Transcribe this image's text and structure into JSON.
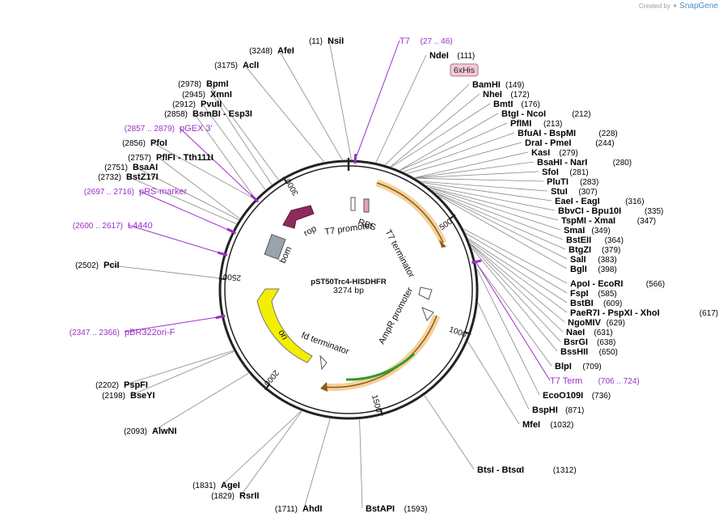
{
  "credit": {
    "prefix": "Created by",
    "brand": "SnapGene"
  },
  "plasmid": {
    "name": "pST50Trc4-HISDHFR",
    "length_label": "3274 bp",
    "length": 3274
  },
  "colors": {
    "feature_purple": "#9b2fc9",
    "backbone": "#222222",
    "ampr": "#e8a33a",
    "ori": "#f2ef00",
    "rop": "#8e2b5b",
    "bom": "#9aa3ad",
    "green": "#2e9c2e"
  },
  "tick_labels": [
    {
      "pos": 500,
      "label": "500"
    },
    {
      "pos": 1000,
      "label": "1000"
    },
    {
      "pos": 1500,
      "label": "1500"
    },
    {
      "pos": 2000,
      "label": "2000"
    },
    {
      "pos": 2500,
      "label": "2500"
    },
    {
      "pos": 3000,
      "label": "3000"
    }
  ],
  "map_labels": {
    "rbs": "RBS",
    "t7_promoter": "T7 promoter",
    "t7_terminator": "T7 terminator",
    "ampr_promoter": "AmpR promoter",
    "rop": "rop",
    "bom": "bom",
    "ori": "ori",
    "fd_terminator": "fd terminator"
  },
  "boxed_feature": {
    "label": "6xHis"
  },
  "sites": [
    {
      "name": "NsiI",
      "pos": "(11)",
      "side": "left"
    },
    {
      "name": "AfeI",
      "pos": "(3248)",
      "side": "left"
    },
    {
      "name": "AclI",
      "pos": "(3175)",
      "side": "left"
    },
    {
      "name": "BpmI",
      "pos": "(2978)",
      "side": "left"
    },
    {
      "name": "XmnI",
      "pos": "(2945)",
      "side": "left"
    },
    {
      "name": "PvuII",
      "pos": "(2912)",
      "side": "left"
    },
    {
      "name": "BsmBI  - Esp3I",
      "pos": "(2858)",
      "side": "left"
    },
    {
      "name": "PfoI",
      "pos": "(2856)",
      "side": "left"
    },
    {
      "name": "PflFI  - Tth111I",
      "pos": "(2757)",
      "side": "left"
    },
    {
      "name": "BsaAI",
      "pos": "(2751)",
      "side": "left"
    },
    {
      "name": "BstZ17I",
      "pos": "(2732)",
      "side": "left"
    },
    {
      "name": "PciI",
      "pos": "(2502)",
      "side": "left"
    },
    {
      "name": "PspFI",
      "pos": "(2202)",
      "side": "left"
    },
    {
      "name": "BseYI",
      "pos": "(2198)",
      "side": "left"
    },
    {
      "name": "AlwNI",
      "pos": "(2093)",
      "side": "left"
    },
    {
      "name": "AgeI",
      "pos": "(1831)",
      "side": "left"
    },
    {
      "name": "RsrII",
      "pos": "(1829)",
      "side": "left"
    },
    {
      "name": "AhdI",
      "pos": "(1711)",
      "side": "left"
    },
    {
      "name": "BstAPI",
      "pos": "(1593)",
      "side": "right"
    },
    {
      "name": "BtsI  - BtsαI",
      "pos": "(1312)",
      "side": "right"
    },
    {
      "name": "NdeI",
      "pos": "(111)",
      "side": "right"
    },
    {
      "name": "BamHI",
      "pos": "(149)",
      "side": "right"
    },
    {
      "name": "NheI",
      "pos": "(172)",
      "side": "right"
    },
    {
      "name": "BmtI",
      "pos": "(176)",
      "side": "right"
    },
    {
      "name": "BtgI  - NcoI",
      "pos": "(212)",
      "side": "right"
    },
    {
      "name": "PflMI",
      "pos": "(213)",
      "side": "right"
    },
    {
      "name": "BfuAI  - BspMI",
      "pos": "(228)",
      "side": "right"
    },
    {
      "name": "DraI  - PmeI",
      "pos": "(244)",
      "side": "right"
    },
    {
      "name": "KasI",
      "pos": "(279)",
      "side": "right"
    },
    {
      "name": "BsaHI  - NarI",
      "pos": "(280)",
      "side": "right"
    },
    {
      "name": "SfoI",
      "pos": "(281)",
      "side": "right"
    },
    {
      "name": "PluTI",
      "pos": "(283)",
      "side": "right"
    },
    {
      "name": "StuI",
      "pos": "(307)",
      "side": "right"
    },
    {
      "name": "EaeI  - EagI",
      "pos": "(316)",
      "side": "right"
    },
    {
      "name": "BbvCI  - Bpu10I",
      "pos": "(335)",
      "side": "right"
    },
    {
      "name": "TspMI  - XmaI",
      "pos": "(347)",
      "side": "right"
    },
    {
      "name": "SmaI",
      "pos": "(349)",
      "side": "right"
    },
    {
      "name": "BstEII",
      "pos": "(364)",
      "side": "right"
    },
    {
      "name": "BtgZI",
      "pos": "(379)",
      "side": "right"
    },
    {
      "name": "SalI",
      "pos": "(383)",
      "side": "right"
    },
    {
      "name": "BglI",
      "pos": "(398)",
      "side": "right"
    },
    {
      "name": "ApoI  - EcoRI",
      "pos": "(566)",
      "side": "right"
    },
    {
      "name": "FspI",
      "pos": "(585)",
      "side": "right"
    },
    {
      "name": "BstBI",
      "pos": "(609)",
      "side": "right"
    },
    {
      "name": "PaeR7I  - PspXI  - XhoI",
      "pos": "(617)",
      "side": "right"
    },
    {
      "name": "NgoMIV",
      "pos": "(629)",
      "side": "right"
    },
    {
      "name": "NaeI",
      "pos": "(631)",
      "side": "right"
    },
    {
      "name": "BsrGI",
      "pos": "(638)",
      "side": "right"
    },
    {
      "name": "BssHII",
      "pos": "(650)",
      "side": "right"
    },
    {
      "name": "BlpI",
      "pos": "(709)",
      "side": "right"
    },
    {
      "name": "EcoO109I",
      "pos": "(736)",
      "side": "right"
    },
    {
      "name": "BspHI",
      "pos": "(871)",
      "side": "right"
    },
    {
      "name": "MfeI",
      "pos": "(1032)",
      "side": "right"
    }
  ],
  "features": [
    {
      "name": "T7",
      "range": "(27 .. 46)"
    },
    {
      "name": "pGEX 3'",
      "range": "(2857 .. 2879)"
    },
    {
      "name": "pRS-marker",
      "range": "(2697 .. 2716)"
    },
    {
      "name": "L4440",
      "range": "(2600 .. 2617)"
    },
    {
      "name": "pBR322ori-F",
      "range": "(2347 .. 2366)"
    },
    {
      "name": "T7 Term",
      "range": "(706 .. 724)"
    }
  ]
}
